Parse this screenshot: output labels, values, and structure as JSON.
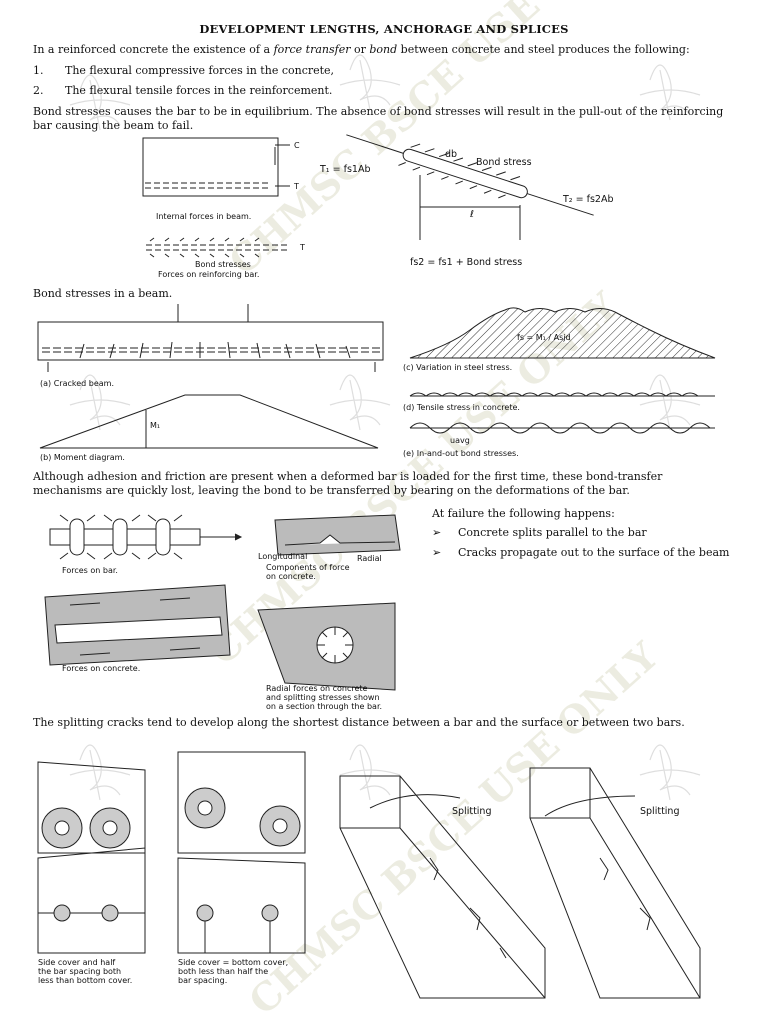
{
  "title": "DEVELOPMENT LENGTHS, ANCHORAGE AND SPLICES",
  "intro": {
    "before": "In a reinforced concrete the existence of a ",
    "em1": "force transfer",
    "mid": " or ",
    "em2": "bond",
    "after": " between concrete and steel produces the following:"
  },
  "list": [
    {
      "num": "1.",
      "text": "The flexural compressive forces in the concrete,"
    },
    {
      "num": "2.",
      "text": "The flexural tensile forces in the reinforcement."
    }
  ],
  "para_bond": "Bond stresses causes the bar to be in equilibrium. The absence of bond stresses will result in the pull-out of the reinforcing bar causing the beam to fail.",
  "fig1": {
    "internal": "Internal forces in beam.",
    "c": "C",
    "t": "T",
    "bond_stresses": "Bond stresses",
    "forces_bar": "Forces on reinforcing bar.",
    "t1": "T₁ = fs1Ab",
    "t2": "T₂ = fs2Ab",
    "db": "db",
    "bond_stress": "Bond stress",
    "l": "ℓ",
    "fs2": "fs2 = fs1 + Bond stress"
  },
  "caption_beam": "Bond stresses in a beam.",
  "fig2": {
    "a": "(a) Cracked beam.",
    "b": "(b) Moment diagram.",
    "m1": "M₁",
    "fs": "fs = M₁ / Asjd",
    "c": "(c) Variation in steel stress.",
    "d": "(d) Tensile stress in concrete.",
    "uavg": "uavg",
    "e": "(e) In-and-out bond stresses."
  },
  "para_adhesion": "Although adhesion and friction are present when a deformed bar is loaded for the first time, these bond-transfer mechanisms are quickly lost, leaving the bond to be transferred by bearing on the deformations of the bar.",
  "failure": {
    "heading": "At failure the following happens:",
    "bullets": [
      "Concrete splits parallel to the bar",
      "Cracks propagate out to the surface of the beam"
    ]
  },
  "fig3": {
    "forces_bar": "Forces on bar.",
    "longitudinal": "Longitudinal",
    "radial": "Radial",
    "components": "Components of force",
    "on_concrete": "on concrete.",
    "forces_concrete": "Forces on concrete.",
    "radial_cap1": "Radial forces on concrete",
    "radial_cap2": "and splitting stresses shown",
    "radial_cap3": "on a section through the bar."
  },
  "para_split": "The splitting cracks tend to develop along the shortest distance between a bar and the surface or between two bars.",
  "fig4": {
    "cap1a": "Side cover and half",
    "cap1b": "the bar spacing both",
    "cap1c": "less than bottom cover.",
    "cap2a": "Side cover = bottom cover,",
    "cap2b": "both less than half the",
    "cap2c": "bar spacing.",
    "splitting": "Splitting"
  },
  "watermark": "CHMSC BSCE USE ONLY"
}
